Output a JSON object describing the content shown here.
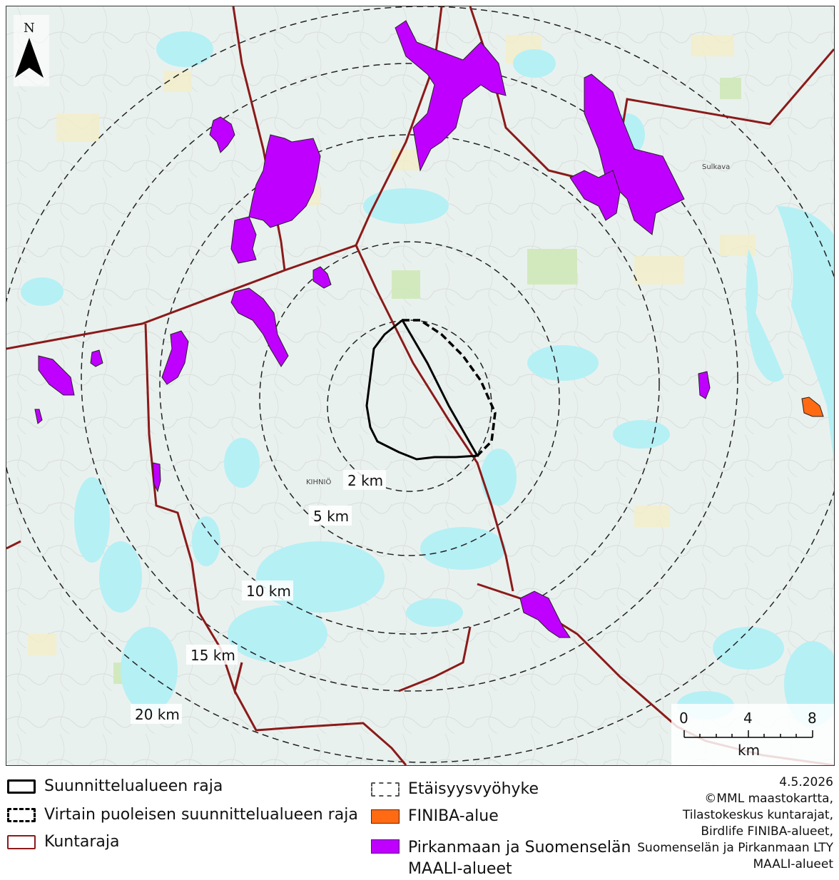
{
  "map": {
    "north_label": "N",
    "zone_labels": {
      "km2": "2 km",
      "km5": "5 km",
      "km10": "10 km",
      "km15": "15 km",
      "km20": "20 km"
    },
    "scalebar": {
      "v0": "0",
      "v4": "4",
      "v8": "8",
      "unit": "km"
    },
    "place_labels": {
      "kihnio": "KIHNIÖ",
      "suvanto": "Sulkava"
    },
    "colors": {
      "water": "#b5f0f5",
      "land": "#e9f1ee",
      "border": "#8b1a1a",
      "maali": "#bf00ff",
      "finiba": "#ff6a13"
    }
  },
  "legend": {
    "suunnittelualue": "Suunnittelualueen raja",
    "virtain": "Virtain puoleisen suunnittelualueen raja",
    "kuntaraja": "Kuntaraja",
    "etaisyys": "Etäisyysvyöhyke",
    "finiba": "FINIBA-alue",
    "maali_line1": "Pirkanmaan ja Suomenselän",
    "maali_line2": "MAALI-alueet"
  },
  "credits": {
    "date": "4.5.2026",
    "line1": "©MML maastokartta,",
    "line2": "Tilastokeskus kuntarajat,",
    "line3": "Birdlife FINIBA-alueet,",
    "line4": "Suomenselän ja Pirkanmaan LTY",
    "line5": "MAALI-alueet"
  }
}
